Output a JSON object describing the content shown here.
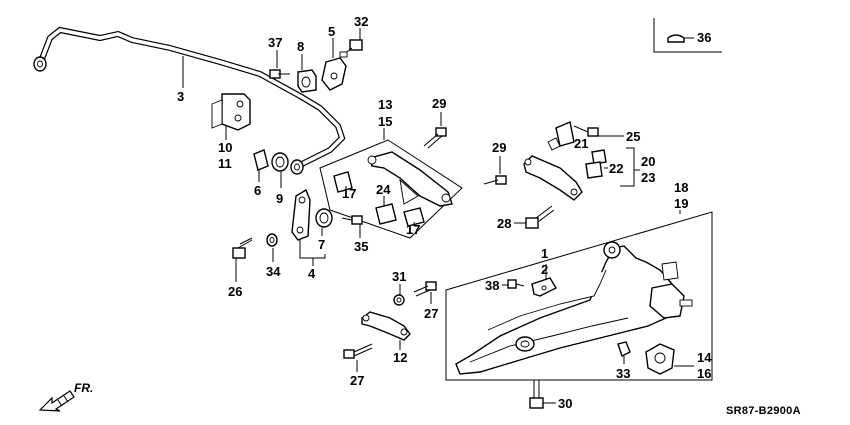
{
  "callouts": {
    "c1": "1",
    "c2": "2",
    "c3": "3",
    "c4": "4",
    "c5": "5",
    "c6": "6",
    "c7": "7",
    "c8": "8",
    "c9": "9",
    "c10": "10",
    "c11": "11",
    "c12": "12",
    "c13": "13",
    "c14": "14",
    "c15": "15",
    "c16": "16",
    "c17a": "17",
    "c17b": "17",
    "c18": "18",
    "c19": "19",
    "c20": "20",
    "c21": "21",
    "c22": "22",
    "c23": "23",
    "c24": "24",
    "c25": "25",
    "c26": "26",
    "c27a": "27",
    "c27b": "27",
    "c28": "28",
    "c29a": "29",
    "c29b": "29",
    "c30": "30",
    "c31": "31",
    "c32": "32",
    "c33": "33",
    "c34": "34",
    "c35": "35",
    "c36": "36",
    "c37": "37",
    "c38": "38"
  },
  "direction_label": "FR.",
  "diagram_code": "SR87-B2900A"
}
